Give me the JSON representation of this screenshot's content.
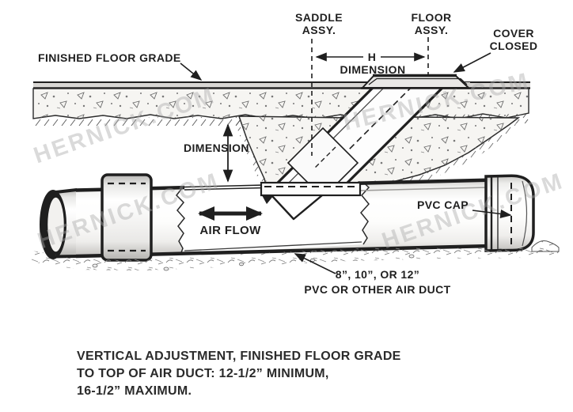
{
  "diagram": {
    "title": "PVC air duct with saddle and floor assembly - section view",
    "labels": {
      "finished_floor_grade": "FINISHED FLOOR GRADE",
      "saddle_assy_1": "SADDLE",
      "saddle_assy_2": "ASSY.",
      "floor_assy_1": "FLOOR",
      "floor_assy_2": "ASSY.",
      "cover_closed_1": "COVER",
      "cover_closed_2": "CLOSED",
      "h_letter": "H",
      "h_word": "DIMENSION",
      "vertical_dimension": "DIMENSION",
      "air_flow": "AIR FLOW",
      "pvc_cap": "PVC CAP",
      "duct_size_1": "8”, 10”, OR 12”",
      "duct_size_2": "PVC OR OTHER AIR DUCT"
    },
    "caption": {
      "line1": "VERTICAL ADJUSTMENT, FINISHED FLOOR GRADE",
      "line2": "TO TOP OF AIR DUCT: 12-1/2” MINIMUM,",
      "line3": "16-1/2” MAXIMUM."
    },
    "watermark": {
      "text": "HERNICK.COM",
      "color": "#a9a9a9"
    },
    "colors": {
      "ink": "#1f1f1f",
      "paper": "#ffffff",
      "concrete_band": "#d9d7d4",
      "concrete_fill": "#f6f5f2",
      "pipe_shadow": "#c2c0bd"
    }
  }
}
